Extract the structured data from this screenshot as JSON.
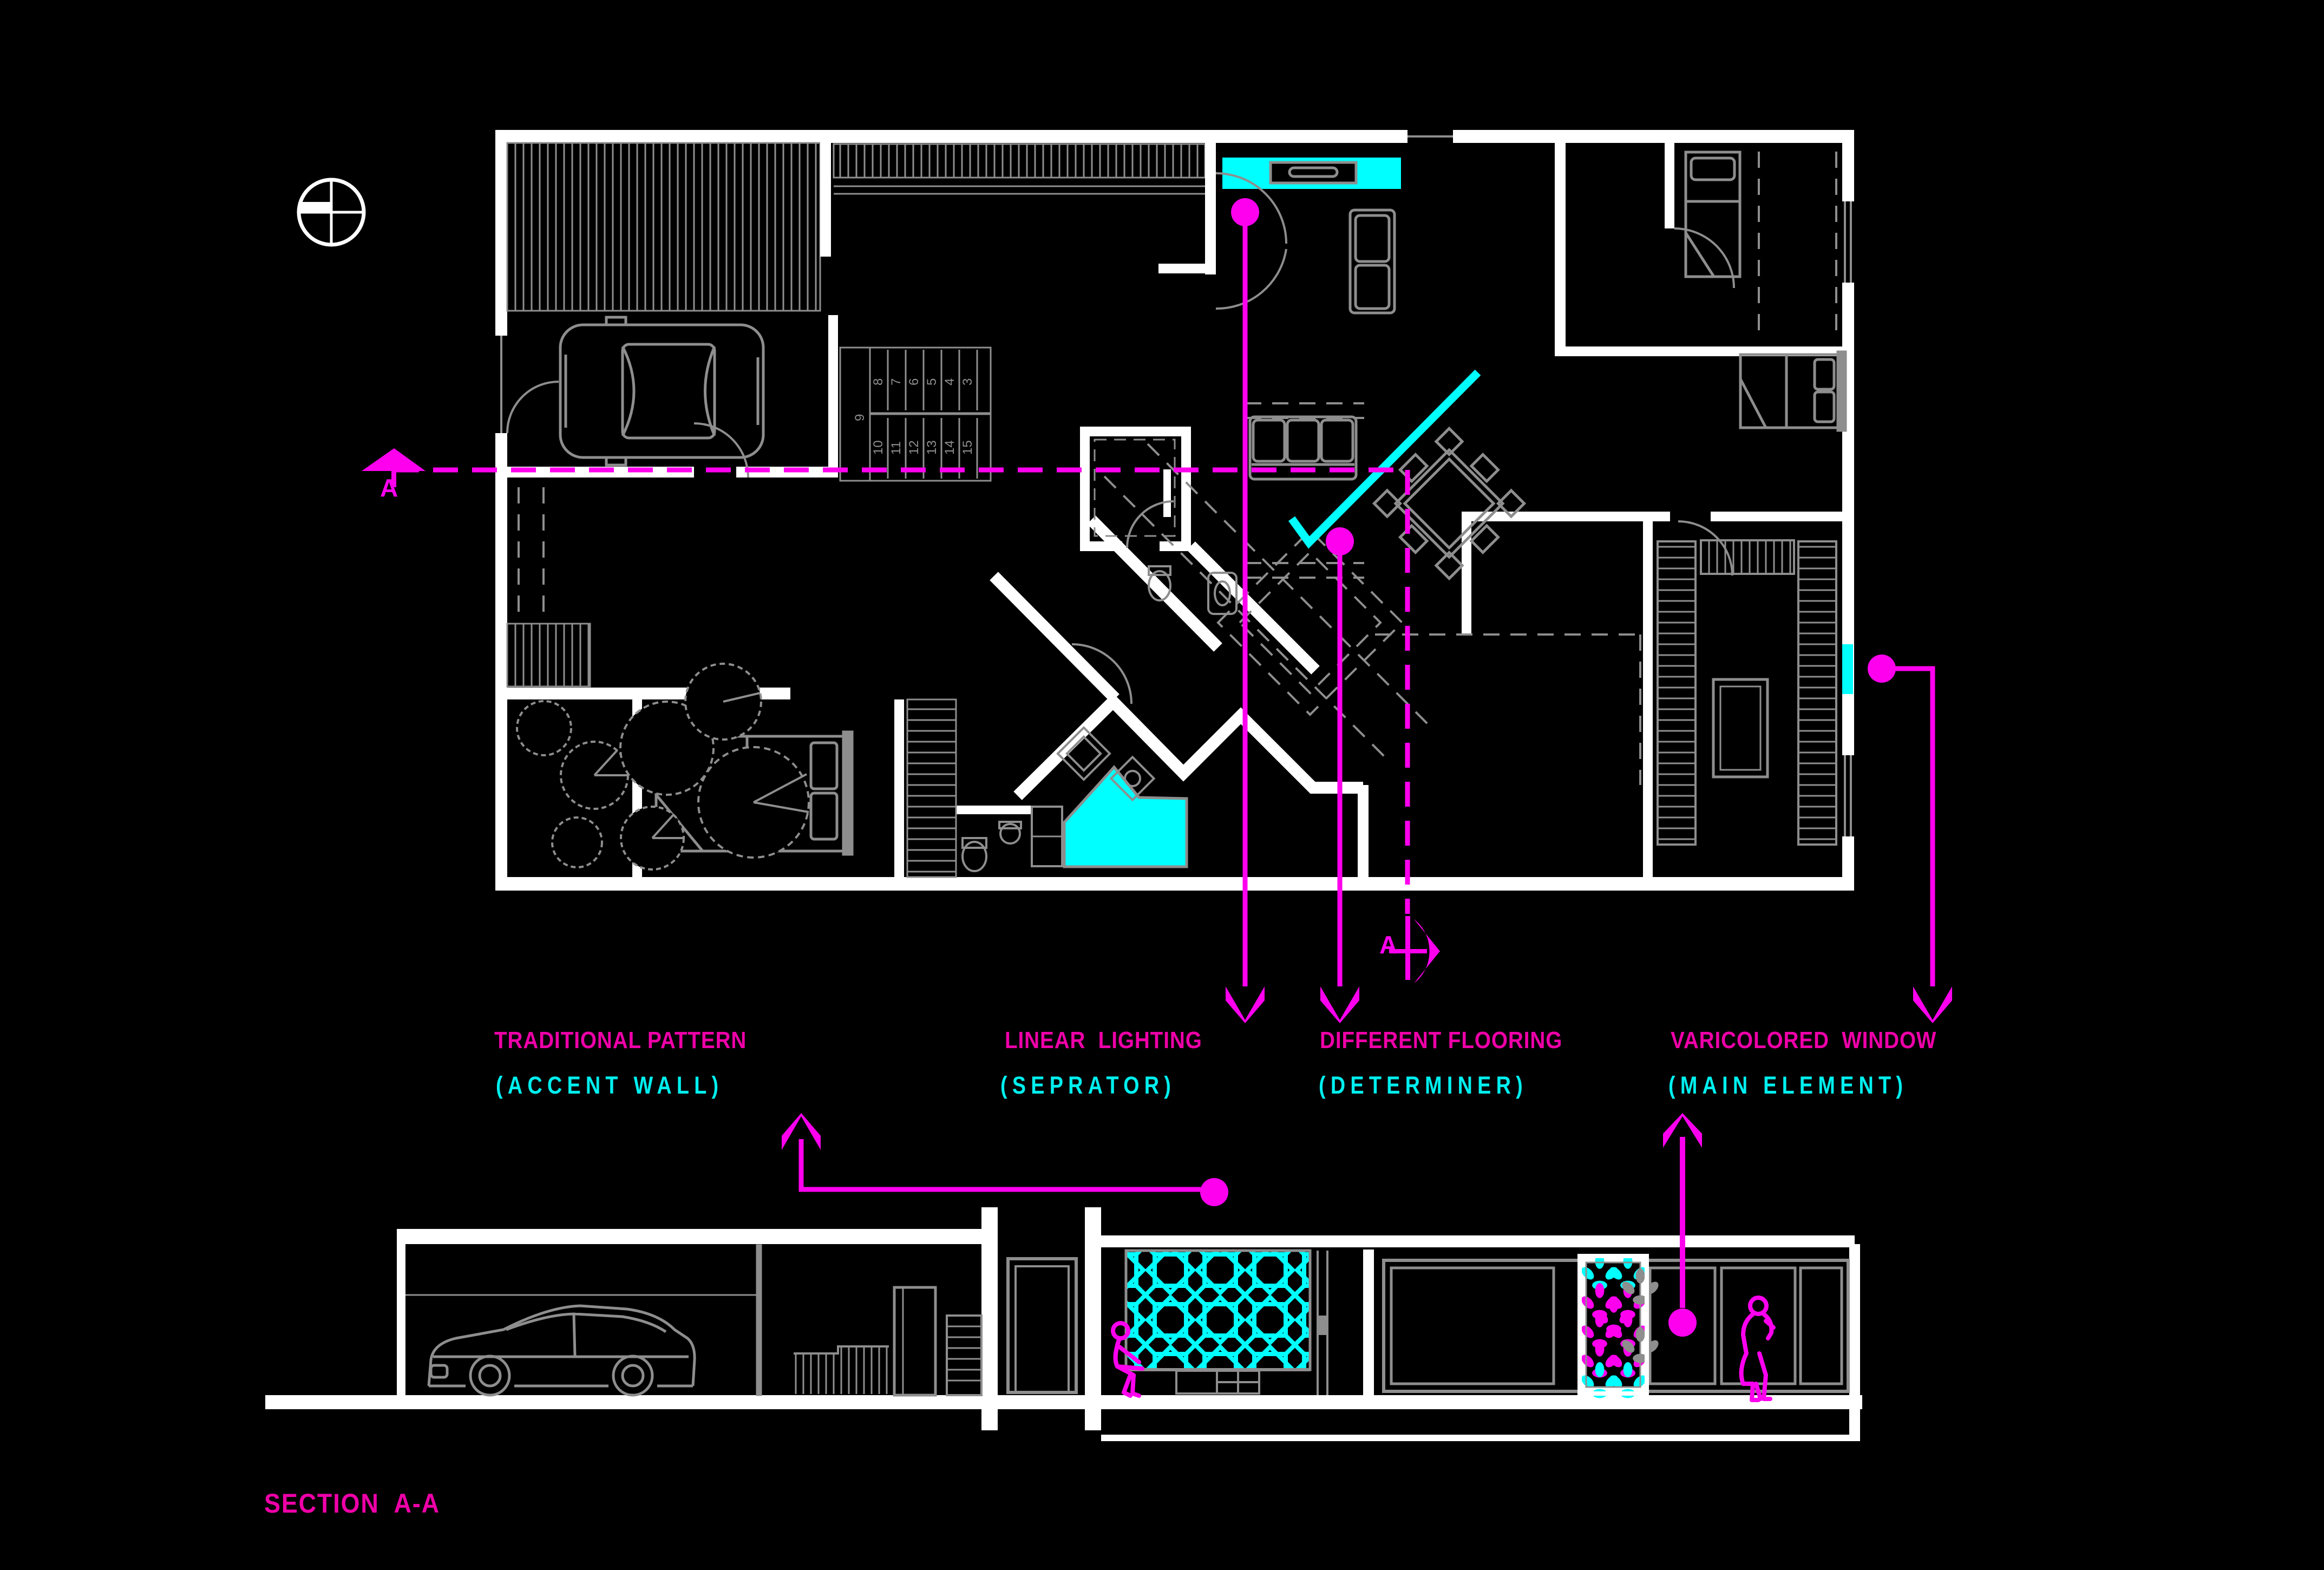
{
  "colors": {
    "bg": "#000000",
    "wh": "#ffffff",
    "gr": "#8e8e8e",
    "grd": "#6f6f6f",
    "cy": "#00ffff",
    "cyt": "#00efef",
    "ml": "#ff00ef",
    "mt": "#ee00a8"
  },
  "annotations": [
    {
      "id": "traditional-pattern",
      "title": "TRADITIONAL PATTERN",
      "subtitle": "(ACCENT WALL)"
    },
    {
      "id": "linear-lighting",
      "title": "LINEAR  LIGHTING",
      "subtitle": "(SEPRATOR)"
    },
    {
      "id": "different-flooring",
      "title": "DIFFERENT FLOORING",
      "subtitle": "(DETERMINER)"
    },
    {
      "id": "varicolored-window",
      "title": "VARICOLORED  WINDOW",
      "subtitle": "(MAIN ELEMENT)"
    }
  ],
  "section_label": "SECTION  A-A",
  "section_cut": {
    "letter": "A"
  },
  "plan": {
    "stairs": {
      "upper": [
        "8",
        "7",
        "6",
        "5",
        "4",
        "3"
      ],
      "lower": [
        "10",
        "11",
        "12",
        "13",
        "14",
        "15"
      ],
      "landing": "9"
    }
  }
}
